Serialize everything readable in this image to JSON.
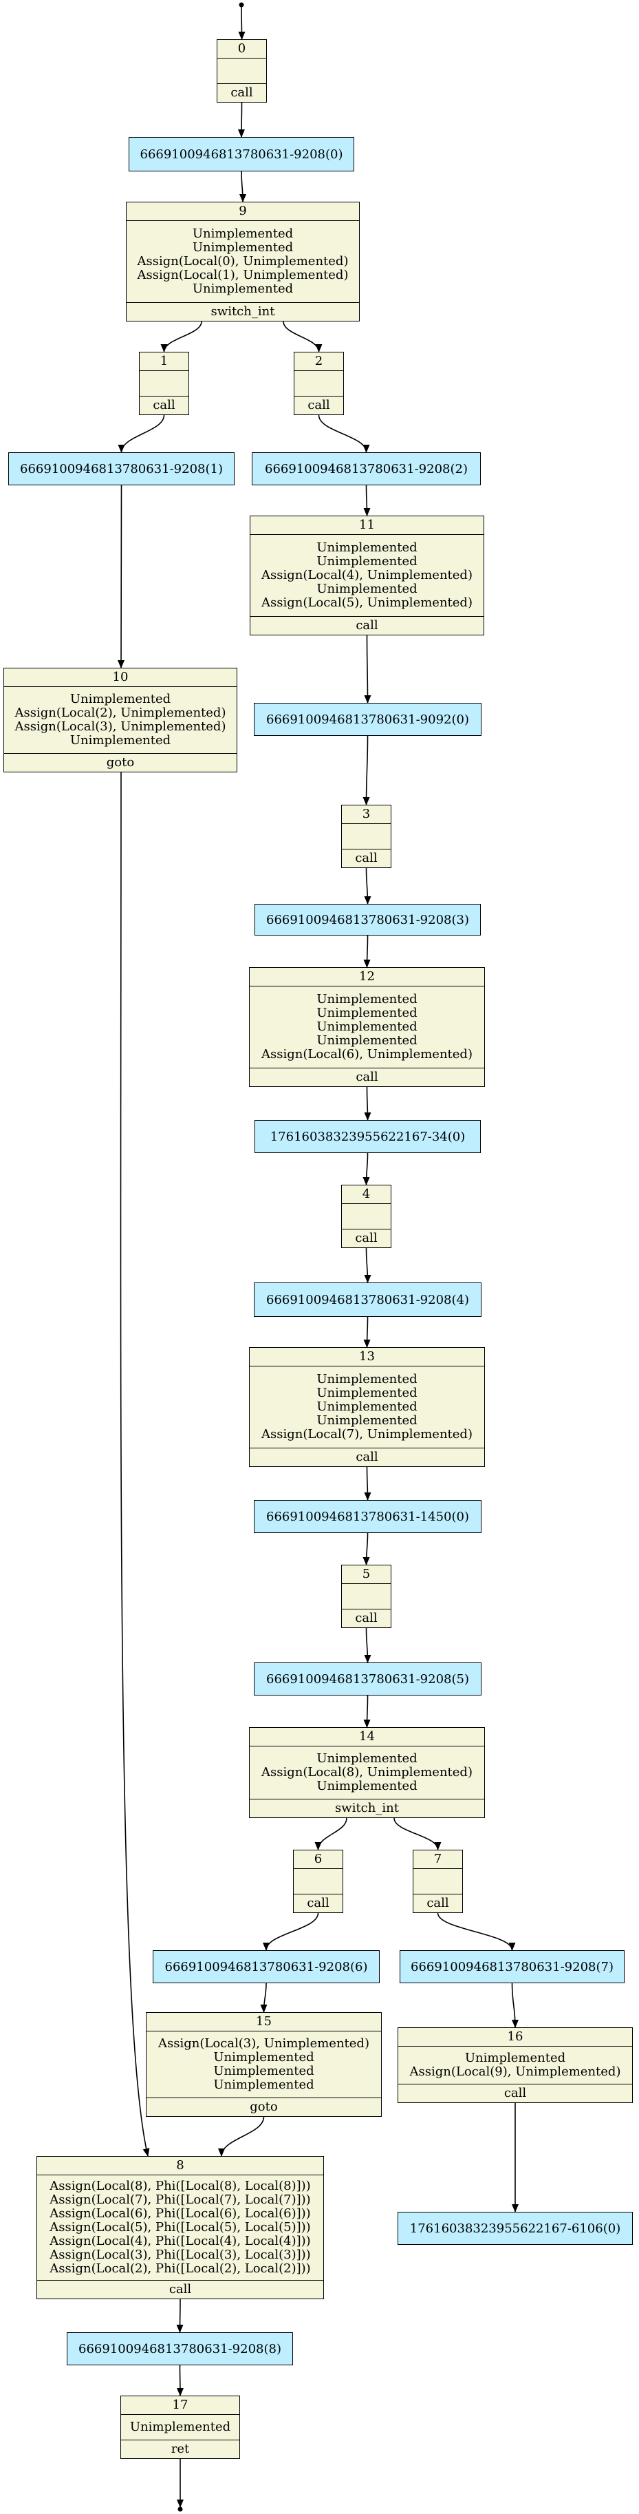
{
  "blocks": [
    {
      "id": "b0",
      "label": "0",
      "lines": [
        ""
      ],
      "terminator": "call"
    },
    {
      "id": "b9",
      "label": "9",
      "lines": [
        "Unimplemented",
        "Unimplemented",
        "Assign(Local(0), Unimplemented)",
        "Assign(Local(1), Unimplemented)",
        "Unimplemented"
      ],
      "terminator": "switch_int"
    },
    {
      "id": "b1",
      "label": "1",
      "lines": [
        ""
      ],
      "terminator": "call"
    },
    {
      "id": "b2",
      "label": "2",
      "lines": [
        ""
      ],
      "terminator": "call"
    },
    {
      "id": "b11",
      "label": "11",
      "lines": [
        "Unimplemented",
        "Unimplemented",
        "Assign(Local(4), Unimplemented)",
        "Unimplemented",
        "Assign(Local(5), Unimplemented)"
      ],
      "terminator": "call"
    },
    {
      "id": "b10",
      "label": "10",
      "lines": [
        "Unimplemented",
        "Assign(Local(2), Unimplemented)",
        "Assign(Local(3), Unimplemented)",
        "Unimplemented"
      ],
      "terminator": "goto"
    },
    {
      "id": "b3",
      "label": "3",
      "lines": [
        ""
      ],
      "terminator": "call"
    },
    {
      "id": "b12",
      "label": "12",
      "lines": [
        "Unimplemented",
        "Unimplemented",
        "Unimplemented",
        "Unimplemented",
        "Assign(Local(6), Unimplemented)"
      ],
      "terminator": "call"
    },
    {
      "id": "b4",
      "label": "4",
      "lines": [
        ""
      ],
      "terminator": "call"
    },
    {
      "id": "b13",
      "label": "13",
      "lines": [
        "Unimplemented",
        "Unimplemented",
        "Unimplemented",
        "Unimplemented",
        "Assign(Local(7), Unimplemented)"
      ],
      "terminator": "call"
    },
    {
      "id": "b5",
      "label": "5",
      "lines": [
        ""
      ],
      "terminator": "call"
    },
    {
      "id": "b14",
      "label": "14",
      "lines": [
        "Unimplemented",
        "Assign(Local(8), Unimplemented)",
        "Unimplemented"
      ],
      "terminator": "switch_int"
    },
    {
      "id": "b6",
      "label": "6",
      "lines": [
        ""
      ],
      "terminator": "call"
    },
    {
      "id": "b7",
      "label": "7",
      "lines": [
        ""
      ],
      "terminator": "call"
    },
    {
      "id": "b15",
      "label": "15",
      "lines": [
        "Assign(Local(3), Unimplemented)",
        "Unimplemented",
        "Unimplemented",
        "Unimplemented"
      ],
      "terminator": "goto"
    },
    {
      "id": "b16",
      "label": "16",
      "lines": [
        "Unimplemented",
        "Assign(Local(9), Unimplemented)"
      ],
      "terminator": "call"
    },
    {
      "id": "b8",
      "label": "8",
      "lines": [
        "Assign(Local(8), Phi([Local(8), Local(8)]))",
        "Assign(Local(7), Phi([Local(7), Local(7)]))",
        "Assign(Local(6), Phi([Local(6), Local(6)]))",
        "Assign(Local(5), Phi([Local(5), Local(5)]))",
        "Assign(Local(4), Phi([Local(4), Local(4)]))",
        "Assign(Local(3), Phi([Local(3), Local(3)]))",
        "Assign(Local(2), Phi([Local(2), Local(2)]))"
      ],
      "terminator": "call"
    },
    {
      "id": "b17",
      "label": "17",
      "lines": [
        "Unimplemented"
      ],
      "terminator": "ret"
    }
  ],
  "calls": [
    {
      "id": "c0",
      "label": "6669100946813780631-9208(0)"
    },
    {
      "id": "c1",
      "label": "6669100946813780631-9208(1)"
    },
    {
      "id": "c2",
      "label": "6669100946813780631-9208(2)"
    },
    {
      "id": "c3",
      "label": "6669100946813780631-9092(0)"
    },
    {
      "id": "c4",
      "label": "6669100946813780631-9208(3)"
    },
    {
      "id": "c5",
      "label": "17616038323955622167-34(0)"
    },
    {
      "id": "c6",
      "label": "6669100946813780631-9208(4)"
    },
    {
      "id": "c7",
      "label": "6669100946813780631-1450(0)"
    },
    {
      "id": "c8",
      "label": "6669100946813780631-9208(5)"
    },
    {
      "id": "c9",
      "label": "6669100946813780631-9208(6)"
    },
    {
      "id": "c10",
      "label": "6669100946813780631-9208(7)"
    },
    {
      "id": "c11",
      "label": "17616038323955622167-6106(0)"
    },
    {
      "id": "c12",
      "label": "6669100946813780631-9208(8)"
    }
  ],
  "edges": [
    [
      "entry",
      "b0"
    ],
    [
      "b0",
      "c0"
    ],
    [
      "c0",
      "b9"
    ],
    [
      "b9",
      "b1"
    ],
    [
      "b9",
      "b2"
    ],
    [
      "b1",
      "c1"
    ],
    [
      "b2",
      "c2"
    ],
    [
      "c1",
      "b10"
    ],
    [
      "c2",
      "b11"
    ],
    [
      "b11",
      "c3"
    ],
    [
      "c3",
      "b3"
    ],
    [
      "b3",
      "c4"
    ],
    [
      "c4",
      "b12"
    ],
    [
      "b12",
      "c5"
    ],
    [
      "c5",
      "b4"
    ],
    [
      "b4",
      "c6"
    ],
    [
      "c6",
      "b13"
    ],
    [
      "b13",
      "c7"
    ],
    [
      "c7",
      "b5"
    ],
    [
      "b5",
      "c8"
    ],
    [
      "c8",
      "b14"
    ],
    [
      "b14",
      "b6"
    ],
    [
      "b14",
      "b7"
    ],
    [
      "b6",
      "c9"
    ],
    [
      "b7",
      "c10"
    ],
    [
      "c9",
      "b15"
    ],
    [
      "c10",
      "b16"
    ],
    [
      "b16",
      "c11"
    ],
    [
      "b10",
      "b8"
    ],
    [
      "b15",
      "b8"
    ],
    [
      "b8",
      "c12"
    ],
    [
      "c12",
      "b17"
    ],
    [
      "b17",
      "exit"
    ]
  ]
}
